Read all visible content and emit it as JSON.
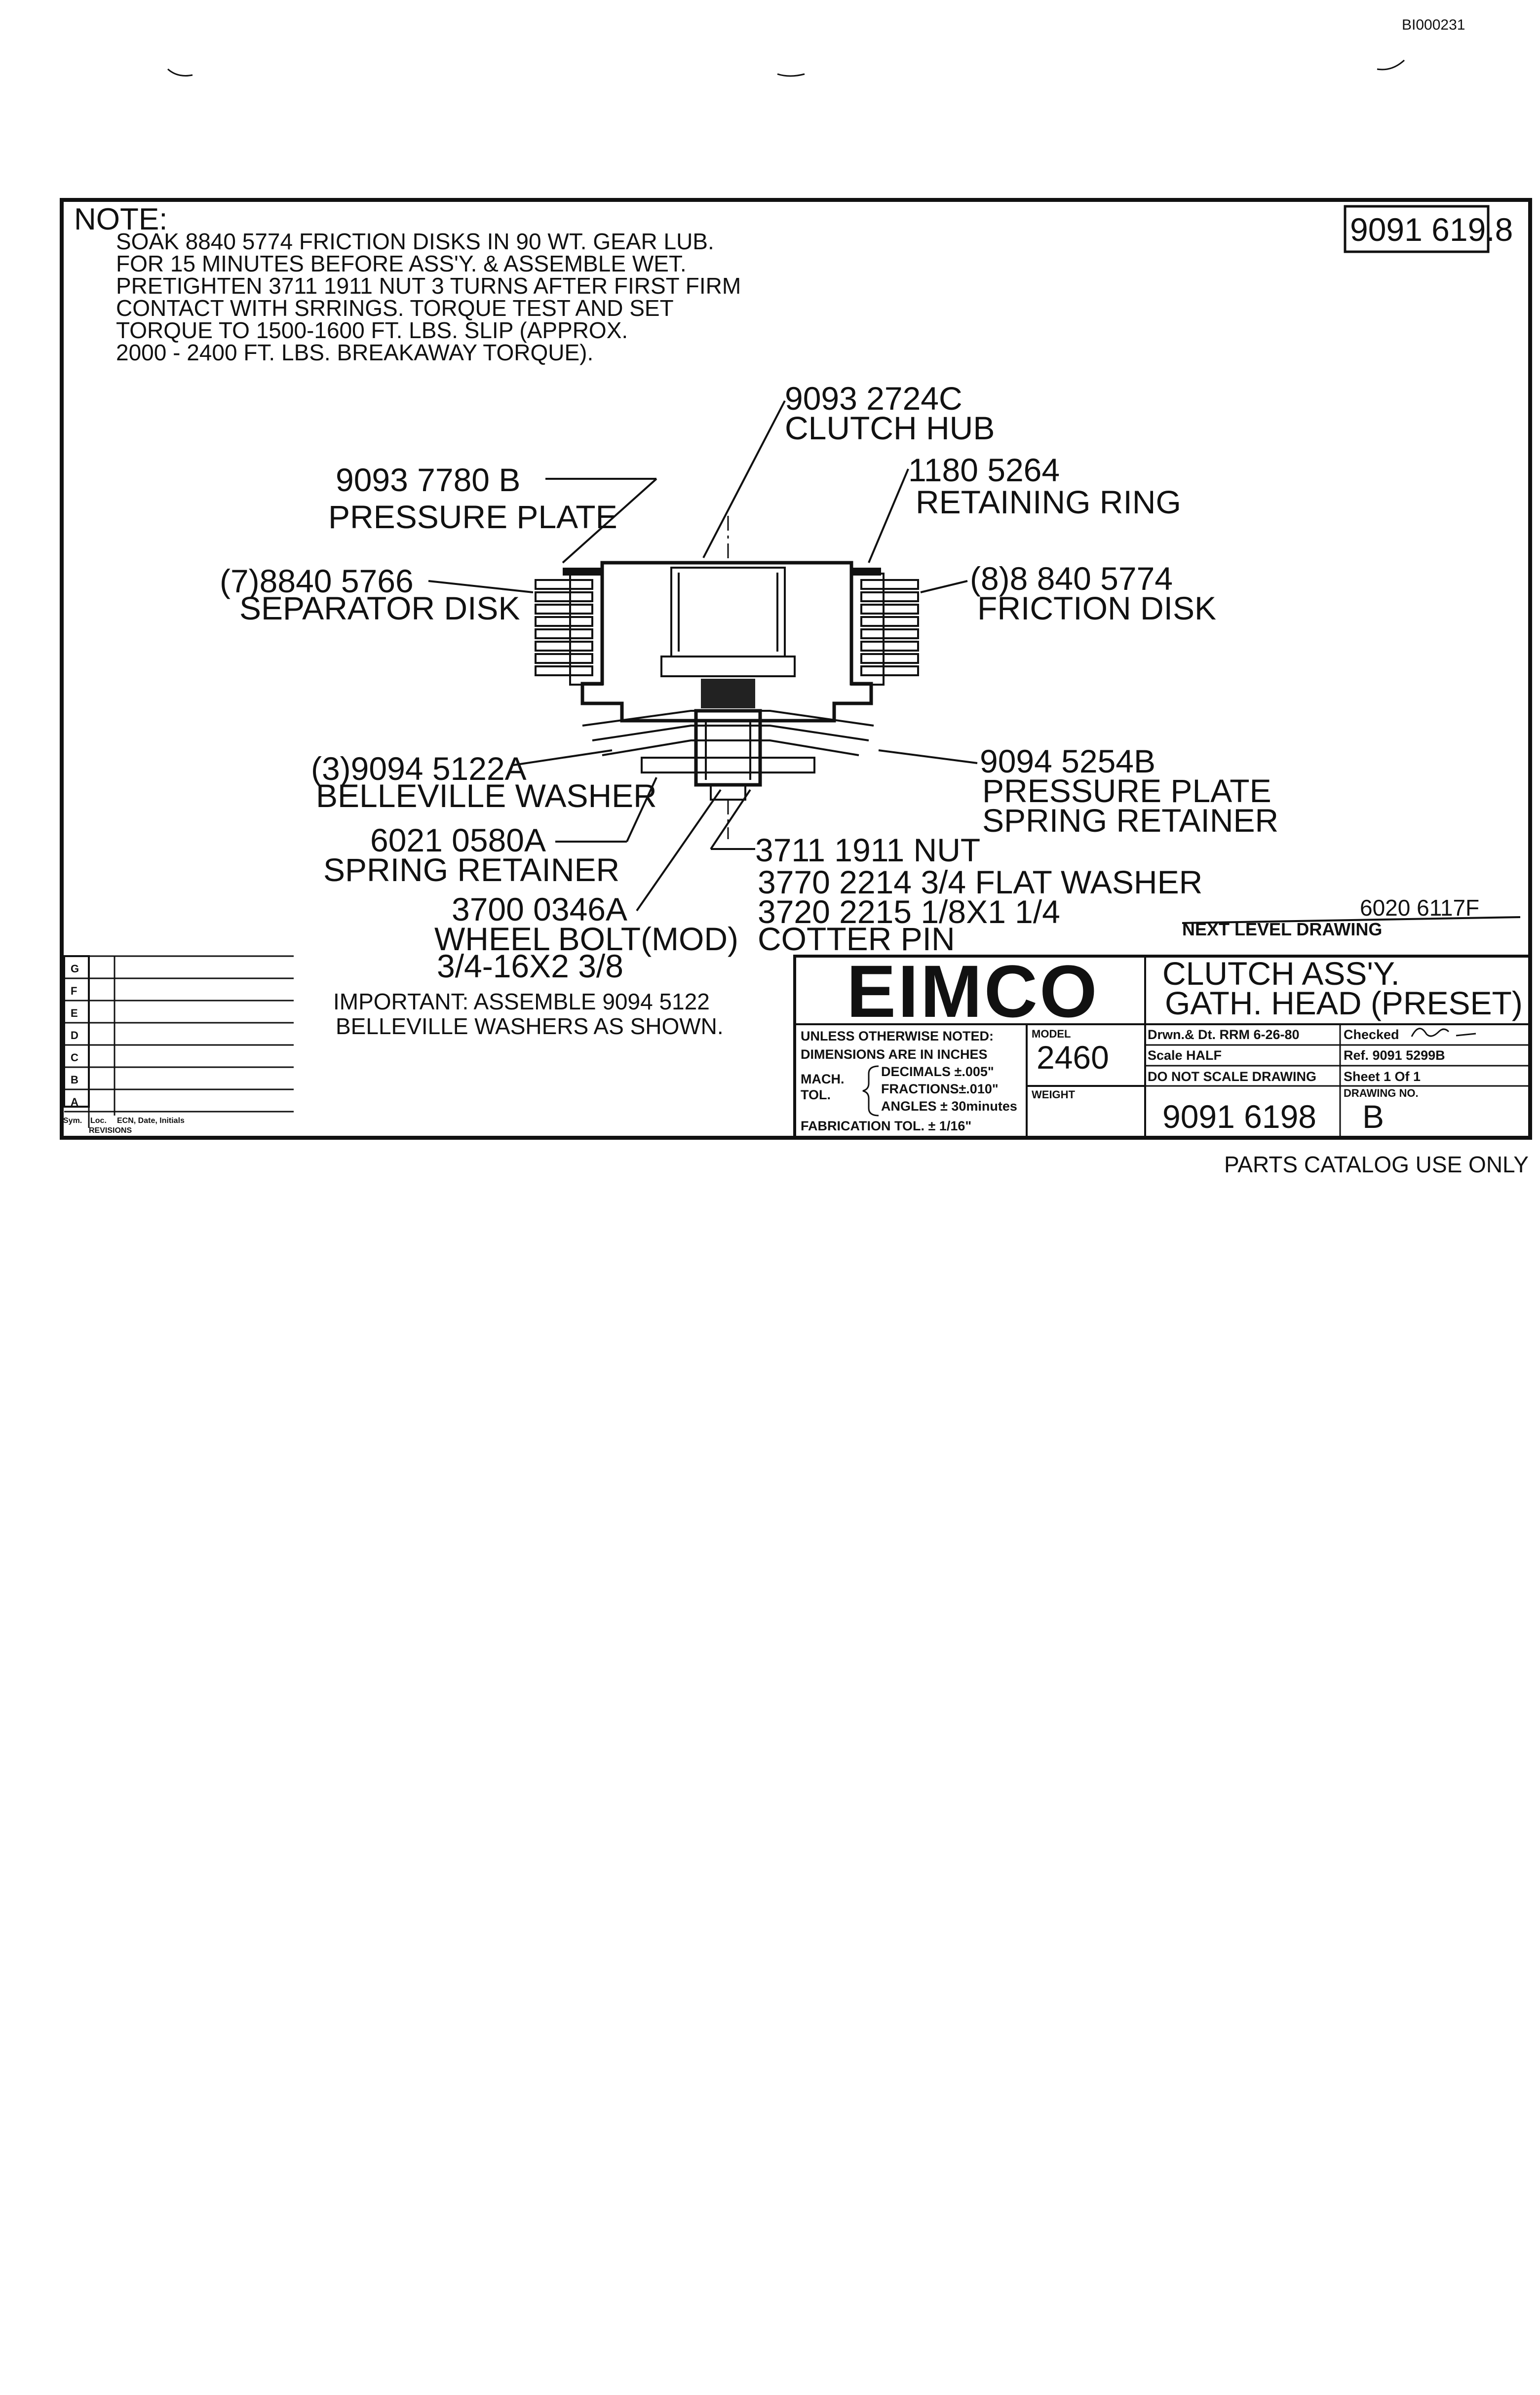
{
  "doc_id": "BI000231",
  "note": {
    "heading": "NOTE:",
    "lines": [
      "SOAK 8840 5774 FRICTION DISKS IN 90 WT. GEAR LUB.",
      "FOR 15 MINUTES BEFORE ASS'Y. & ASSEMBLE WET.",
      "PRETIGHTEN 3711 1911 NUT 3 TURNS AFTER FIRST FIRM",
      "CONTACT WITH SRRINGS. TORQUE TEST AND SET",
      "TORQUE TO 1500-1600 FT. LBS. SLIP (APPROX.",
      "2000 - 2400 FT. LBS. BREAKAWAY TORQUE)."
    ]
  },
  "corner_number": "9091 619.8",
  "callouts": {
    "clutch_hub": [
      "9093 2724C",
      "CLUTCH HUB"
    ],
    "pressure_plate": [
      "9093 7780 B",
      "PRESSURE PLATE"
    ],
    "retaining_ring": [
      "1180 5264",
      "RETAINING RING"
    ],
    "separator_disk": [
      "(7)8840 5766",
      "SEPARATOR DISK"
    ],
    "friction_disk": [
      "(8)8 840 5774",
      "FRICTION DISK"
    ],
    "belleville_washer": [
      "(3)9094 5122A",
      "BELLEVILLE WASHER"
    ],
    "spring_retainer_plate": [
      "9094 5254B",
      "PRESSURE PLATE",
      "SPRING RETAINER"
    ],
    "spring_retainer": [
      "6021 0580A",
      "SPRING RETAINER"
    ],
    "nut": [
      "3711 1911 NUT",
      "3770 2214 3/4 FLAT WASHER",
      "3720 2215 1/8X1 1/4",
      "COTTER PIN"
    ],
    "wheel_bolt": [
      "3700 0346A",
      "WHEEL BOLT(MOD)",
      "3/4-16X2 3/8"
    ]
  },
  "next_level": {
    "label": "NEXT LEVEL DRAWING",
    "value": "6020 6117F"
  },
  "important": [
    "IMPORTANT: ASSEMBLE 9094 5122",
    "BELLEVILLE WASHERS AS SHOWN."
  ],
  "revisions": {
    "rows": [
      "G",
      "F",
      "E",
      "D",
      "C",
      "B",
      "A"
    ],
    "footer": [
      "Sym.",
      "Loc.",
      "ECN, Date, Initials",
      "REVISIONS"
    ]
  },
  "title_block": {
    "brand": "EIMCO",
    "title": [
      "CLUTCH ASS'Y.",
      "GATH. HEAD (PRESET)"
    ],
    "tolerances": {
      "line1": "UNLESS OTHERWISE NOTED:",
      "line2": "DIMENSIONS ARE IN INCHES",
      "mach": "MACH.",
      "tol": "TOL.",
      "decimals": "DECIMALS ±.005\"",
      "fractions": "FRACTIONS±.010\"",
      "angles": "ANGLES ± 30minutes",
      "fabrication": "FABRICATION TOL. ± 1/16\""
    },
    "model_label": "MODEL",
    "model": "2460",
    "weight_label": "WEIGHT",
    "drawn": "Drwn.& Dt. RRM 6-26-80",
    "checked_label": "Checked",
    "scale": "Scale HALF",
    "ref": "Ref. 9091 5299B",
    "do_not_scale": "DO NOT SCALE DRAWING",
    "sheet": "Sheet 1 Of 1",
    "drawing_number": "9091 6198",
    "drawing_no_label": "DRAWING NO.",
    "revision": "B"
  },
  "footer_note": "PARTS CATALOG USE ONLY"
}
